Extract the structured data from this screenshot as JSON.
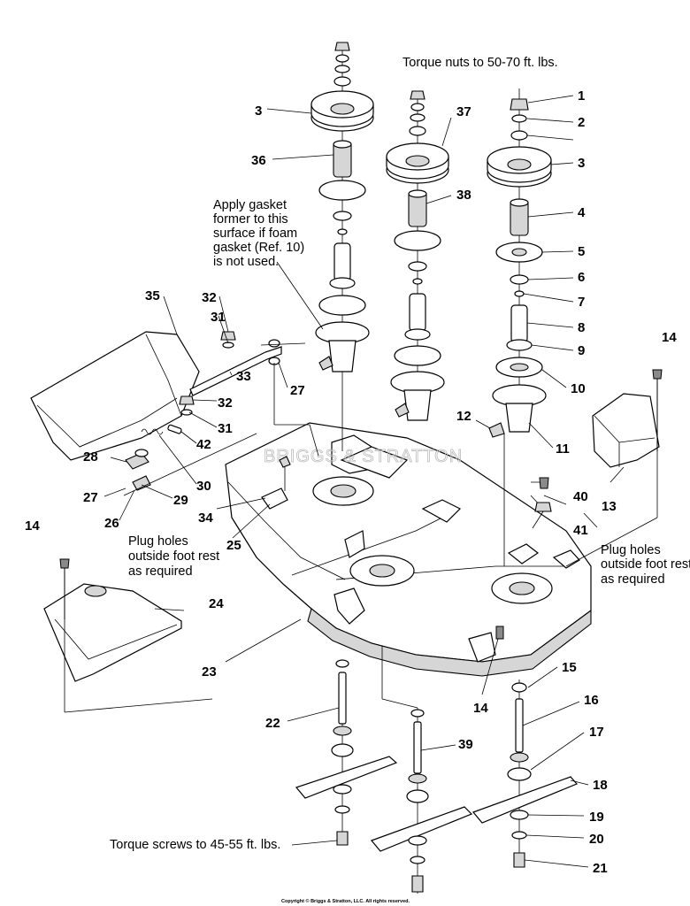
{
  "notes": {
    "torque_nuts": "Torque nuts to 50-70 ft. lbs.",
    "gasket_1": "Apply gasket",
    "gasket_2": "former to this",
    "gasket_3": "surface if foam",
    "gasket_4": "gasket (Ref. 10)",
    "gasket_5": "is not used.",
    "plug_left_1": "Plug holes",
    "plug_left_2": "outside foot rest",
    "plug_left_3": "as required",
    "plug_right_1": "Plug holes",
    "plug_right_2": "outside foot rest",
    "plug_right_3": "as required",
    "torque_screws": "Torque screws to 45-55 ft. lbs.",
    "watermark": "BRIGGS & STRATTON",
    "copyright": "Copyright © Briggs & Stratton, LLC. All rights reserved."
  },
  "callouts": {
    "c1": "1",
    "c2": "2",
    "c3a": "3",
    "c3b": "3",
    "c4": "4",
    "c5": "5",
    "c6": "6",
    "c7": "7",
    "c8": "8",
    "c9": "9",
    "c10": "10",
    "c11": "11",
    "c12": "12",
    "c13": "13",
    "c14a": "14",
    "c14b": "14",
    "c14c": "14",
    "c15": "15",
    "c16": "16",
    "c17": "17",
    "c18": "18",
    "c19": "19",
    "c20": "20",
    "c21": "21",
    "c22": "22",
    "c23": "23",
    "c24": "24",
    "c25": "25",
    "c26": "26",
    "c27a": "27",
    "c27b": "27",
    "c28": "28",
    "c29": "29",
    "c30": "30",
    "c31a": "31",
    "c31b": "31",
    "c32a": "32",
    "c32b": "32",
    "c33": "33",
    "c34": "34",
    "c35": "35",
    "c36": "36",
    "c37": "37",
    "c38": "38",
    "c39": "39",
    "c40": "40",
    "c41": "41",
    "c42": "42"
  }
}
